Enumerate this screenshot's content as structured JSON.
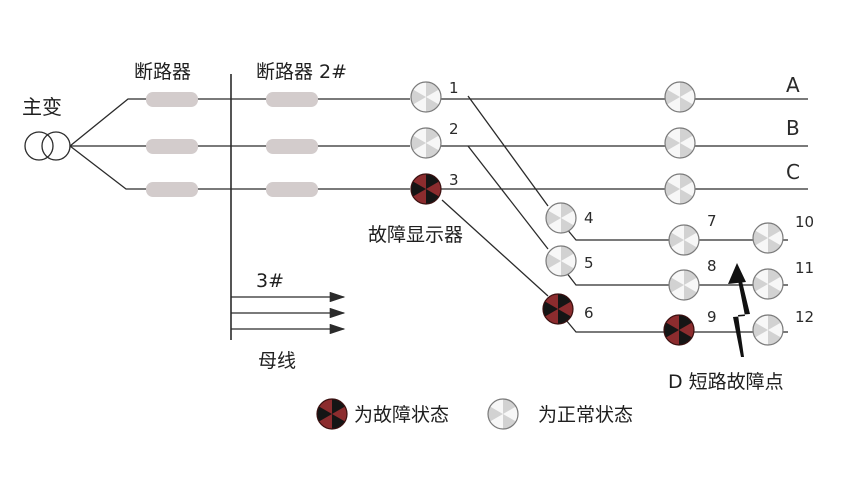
{
  "labels": {
    "main_transformer": "主变",
    "breaker": "断路器",
    "breaker_2": "断路器 2#",
    "fault_indicator": "故障显示器",
    "bus_3": "3#",
    "busbar": "母线",
    "short_circuit": "D 短路故障点"
  },
  "phases": [
    "A",
    "B",
    "C"
  ],
  "indicators": [
    {
      "id": "1",
      "state": "normal"
    },
    {
      "id": "2",
      "state": "normal"
    },
    {
      "id": "3",
      "state": "fault"
    },
    {
      "id": "4",
      "state": "normal"
    },
    {
      "id": "5",
      "state": "normal"
    },
    {
      "id": "6",
      "state": "fault"
    },
    {
      "id": "7",
      "state": "normal"
    },
    {
      "id": "8",
      "state": "normal"
    },
    {
      "id": "9",
      "state": "fault"
    },
    {
      "id": "10",
      "state": "normal"
    },
    {
      "id": "11",
      "state": "normal"
    },
    {
      "id": "12",
      "state": "normal"
    }
  ],
  "legend": {
    "fault": "为故障状态",
    "normal": "为正常状态"
  },
  "colors": {
    "fault_dark": "#151515",
    "fault_red": "#8c2c2e",
    "normal_light": "#d2d2d2",
    "normal_white": "#f7f7f7",
    "breaker": "#d3cccc",
    "line": "#2b2b2b"
  }
}
